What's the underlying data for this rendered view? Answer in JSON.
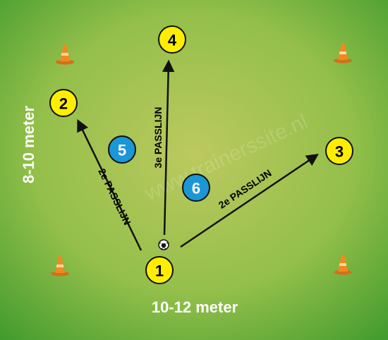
{
  "colors": {
    "field_light": "#b7c95a",
    "field_mid": "#8fbf48",
    "field_dark": "#3e9a2c",
    "player_yellow": "#ffee00",
    "player_blue": "#1b96d6",
    "cone": "#f08a1e",
    "arrow": "#111111"
  },
  "watermark": "www.trainerssite.nl",
  "dimensions": {
    "width_label": "10-12 meter",
    "depth_label": "8-10 meter"
  },
  "players": [
    {
      "number": "1",
      "color": "yellow"
    },
    {
      "number": "2",
      "color": "yellow"
    },
    {
      "number": "3",
      "color": "yellow"
    },
    {
      "number": "4",
      "color": "yellow"
    },
    {
      "number": "5",
      "color": "blue"
    },
    {
      "number": "6",
      "color": "blue"
    }
  ],
  "passes": [
    {
      "from": "1",
      "to": "2",
      "label": "2e PASSLIJN"
    },
    {
      "from": "1",
      "to": "4",
      "label": "3e PASSLIJN"
    },
    {
      "from": "1",
      "to": "3",
      "label": "2e PASSLIJN"
    }
  ],
  "icons": {
    "cone": "cone-icon",
    "ball": "soccer-ball-icon"
  }
}
